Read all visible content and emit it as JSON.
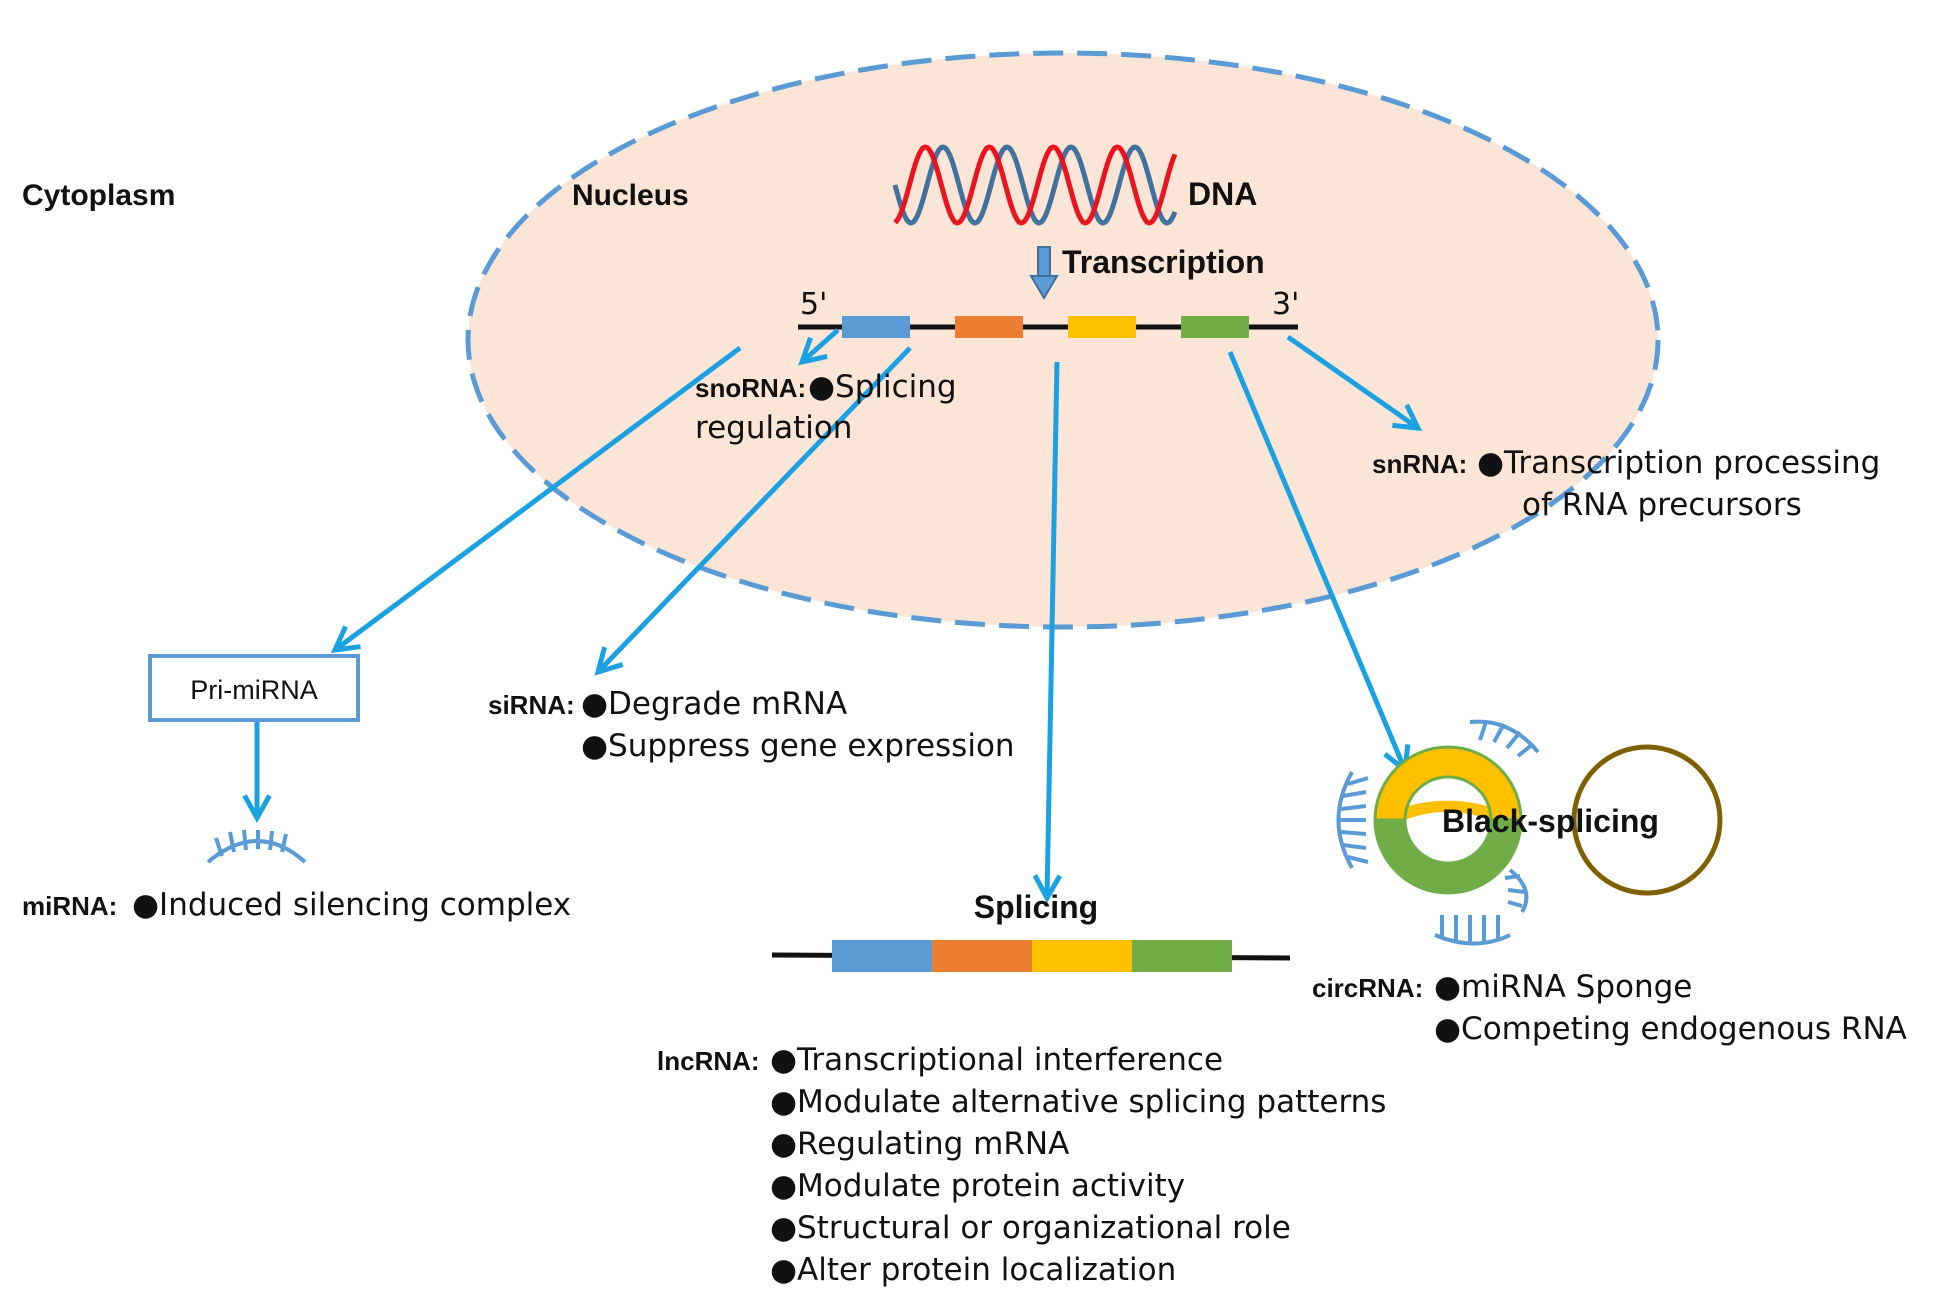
{
  "labels": {
    "cytoplasm": "Cytoplasm",
    "nucleus": "Nucleus",
    "dna": "DNA",
    "transcription": "Transcription",
    "five_prime": "5'",
    "three_prime": "3'",
    "pri_mirna": "Pri-miRNA",
    "splicing": "Splicing",
    "back_splicing": "Black-splicing"
  },
  "annotations": {
    "snorna": {
      "name": "snoRNA:",
      "lines": [
        "●Splicing",
        "regulation"
      ]
    },
    "snrna": {
      "name": "snRNA:",
      "lines": [
        "●Transcription processing",
        "of RNA precursors"
      ]
    },
    "sirna": {
      "name": "siRNA:",
      "lines": [
        "●Degrade mRNA",
        "●Suppress gene expression"
      ]
    },
    "mirna": {
      "name": "miRNA:",
      "lines": [
        "●Induced silencing complex"
      ]
    },
    "circrna": {
      "name": "circRNA:",
      "lines": [
        "●miRNA Sponge",
        "●Competing endogenous RNA"
      ]
    },
    "lncrna": {
      "name": "lncRNA:",
      "lines": [
        "●Transcriptional interference",
        "●Modulate alternative splicing patterns",
        "●Regulating mRNA",
        "●Modulate protein activity",
        "●Structural or organizational role",
        "●Alter protein localization"
      ]
    }
  },
  "colors": {
    "nucleus_fill": "#fbe5d6",
    "nucleus_border": "#5b9bd5",
    "arrow": "#1ba1e2",
    "exon_blue": "#5b9bd5",
    "exon_orange": "#ed7d31",
    "exon_yellow": "#ffc000",
    "exon_green": "#70ad47",
    "dna_blue": "#41719c",
    "dna_red": "#e8141f",
    "circ_ring": "#7f6000"
  }
}
